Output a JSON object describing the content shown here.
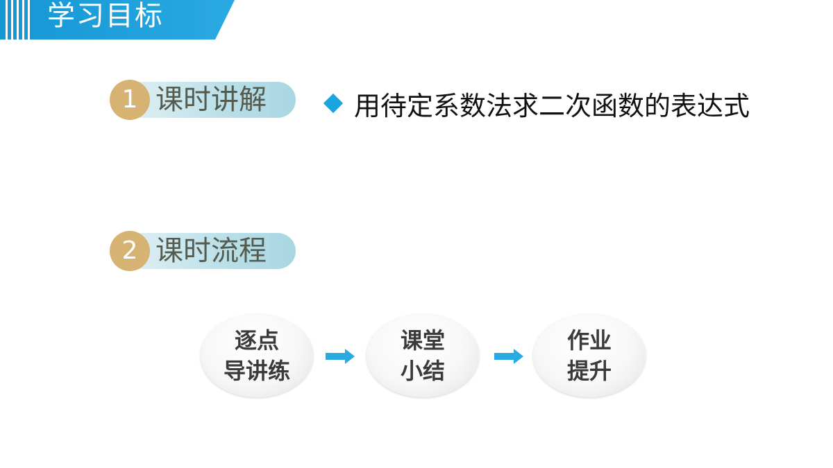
{
  "header": {
    "title": "学习目标",
    "color": "#1aa4e0"
  },
  "sections": [
    {
      "number": "1",
      "label": "课时讲解"
    },
    {
      "number": "2",
      "label": "课时流程"
    }
  ],
  "objective": {
    "text": "用待定系数法求二次函数的表达式",
    "bullet_icon": "diamond-icon",
    "bullet_color": "#1aa4e0"
  },
  "flow": {
    "steps": [
      {
        "line1": "逐点",
        "line2": "导讲练"
      },
      {
        "line1": "课堂",
        "line2": "小结"
      },
      {
        "line1": "作业",
        "line2": "提升"
      }
    ],
    "arrow_icon": "arrow-right-icon",
    "arrow_color": "#29aae2"
  }
}
